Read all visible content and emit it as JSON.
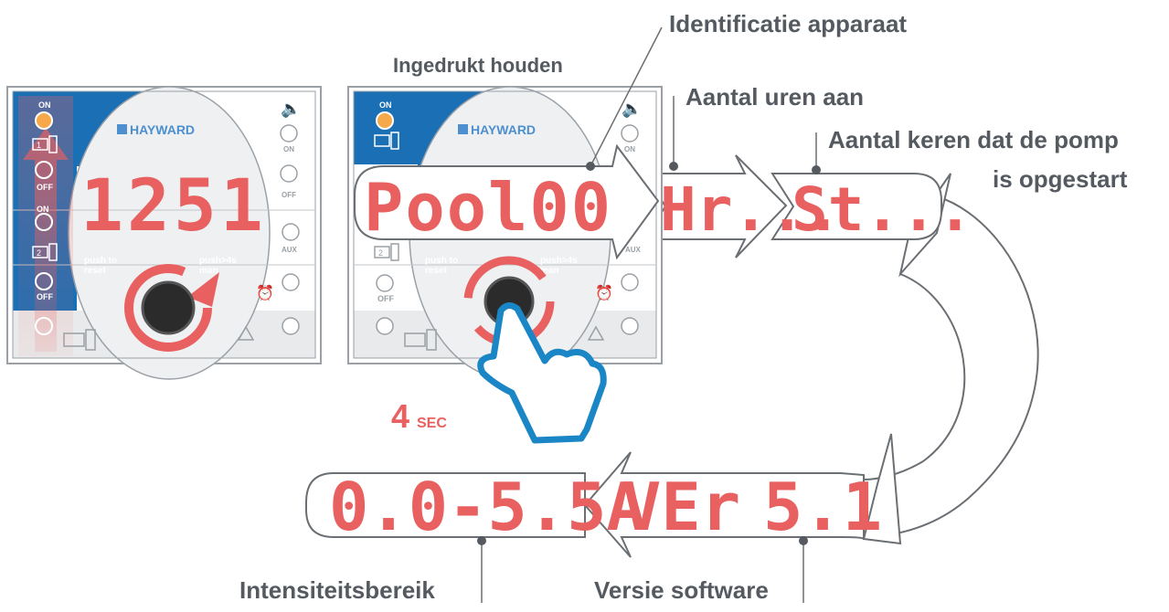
{
  "header": {
    "hold_label": "Ingedrukt houden",
    "device_id_label": "Identificatie apparaat",
    "hours_on_label": "Aantal uren aan",
    "pump_starts_label_line1": "Aantal keren dat de pomp",
    "pump_starts_label_line2": "is opgestart"
  },
  "footer": {
    "intensity_label": "Intensiteitsbereik",
    "software_label": "Versie software"
  },
  "timer": {
    "value": "4",
    "unit": "SEC"
  },
  "panel_left": {
    "brand": "HAYWARD",
    "display": "1251",
    "status_on_top": "ON",
    "status_off": "OFF",
    "status_on_2": "ON",
    "status_off_2": "OFF",
    "right_on": "ON",
    "right_off": "OFF",
    "right_aux": "AUX",
    "push_reset": "push to",
    "push_reset_2": "reset",
    "push_man": "push>4s",
    "push_man_2": "man",
    "pump1_badge": "1",
    "pump2_badge": "2"
  },
  "panel_right": {
    "brand": "HAYWARD",
    "status_on_top": "ON",
    "status_off": "OFF",
    "right_on": "ON",
    "right_aux": "AUX",
    "push_reset": "push to",
    "push_reset_2": "reset",
    "push_man": "push>4s",
    "push_man_2": "man",
    "pump2_badge": "2"
  },
  "sequence_top": {
    "device_id": "Pool00",
    "hours": "Hr...",
    "starts": "St..."
  },
  "sequence_bottom": {
    "range": "0.0-5.5A",
    "version_label": "VEr",
    "version_value": "5.1"
  },
  "colors": {
    "accent_red": "#e8605f",
    "panel_blue": "#1a6fb5",
    "hand_blue": "#1b86c6",
    "text_gray": "#555a60",
    "outline_gray": "#6b6f73"
  }
}
